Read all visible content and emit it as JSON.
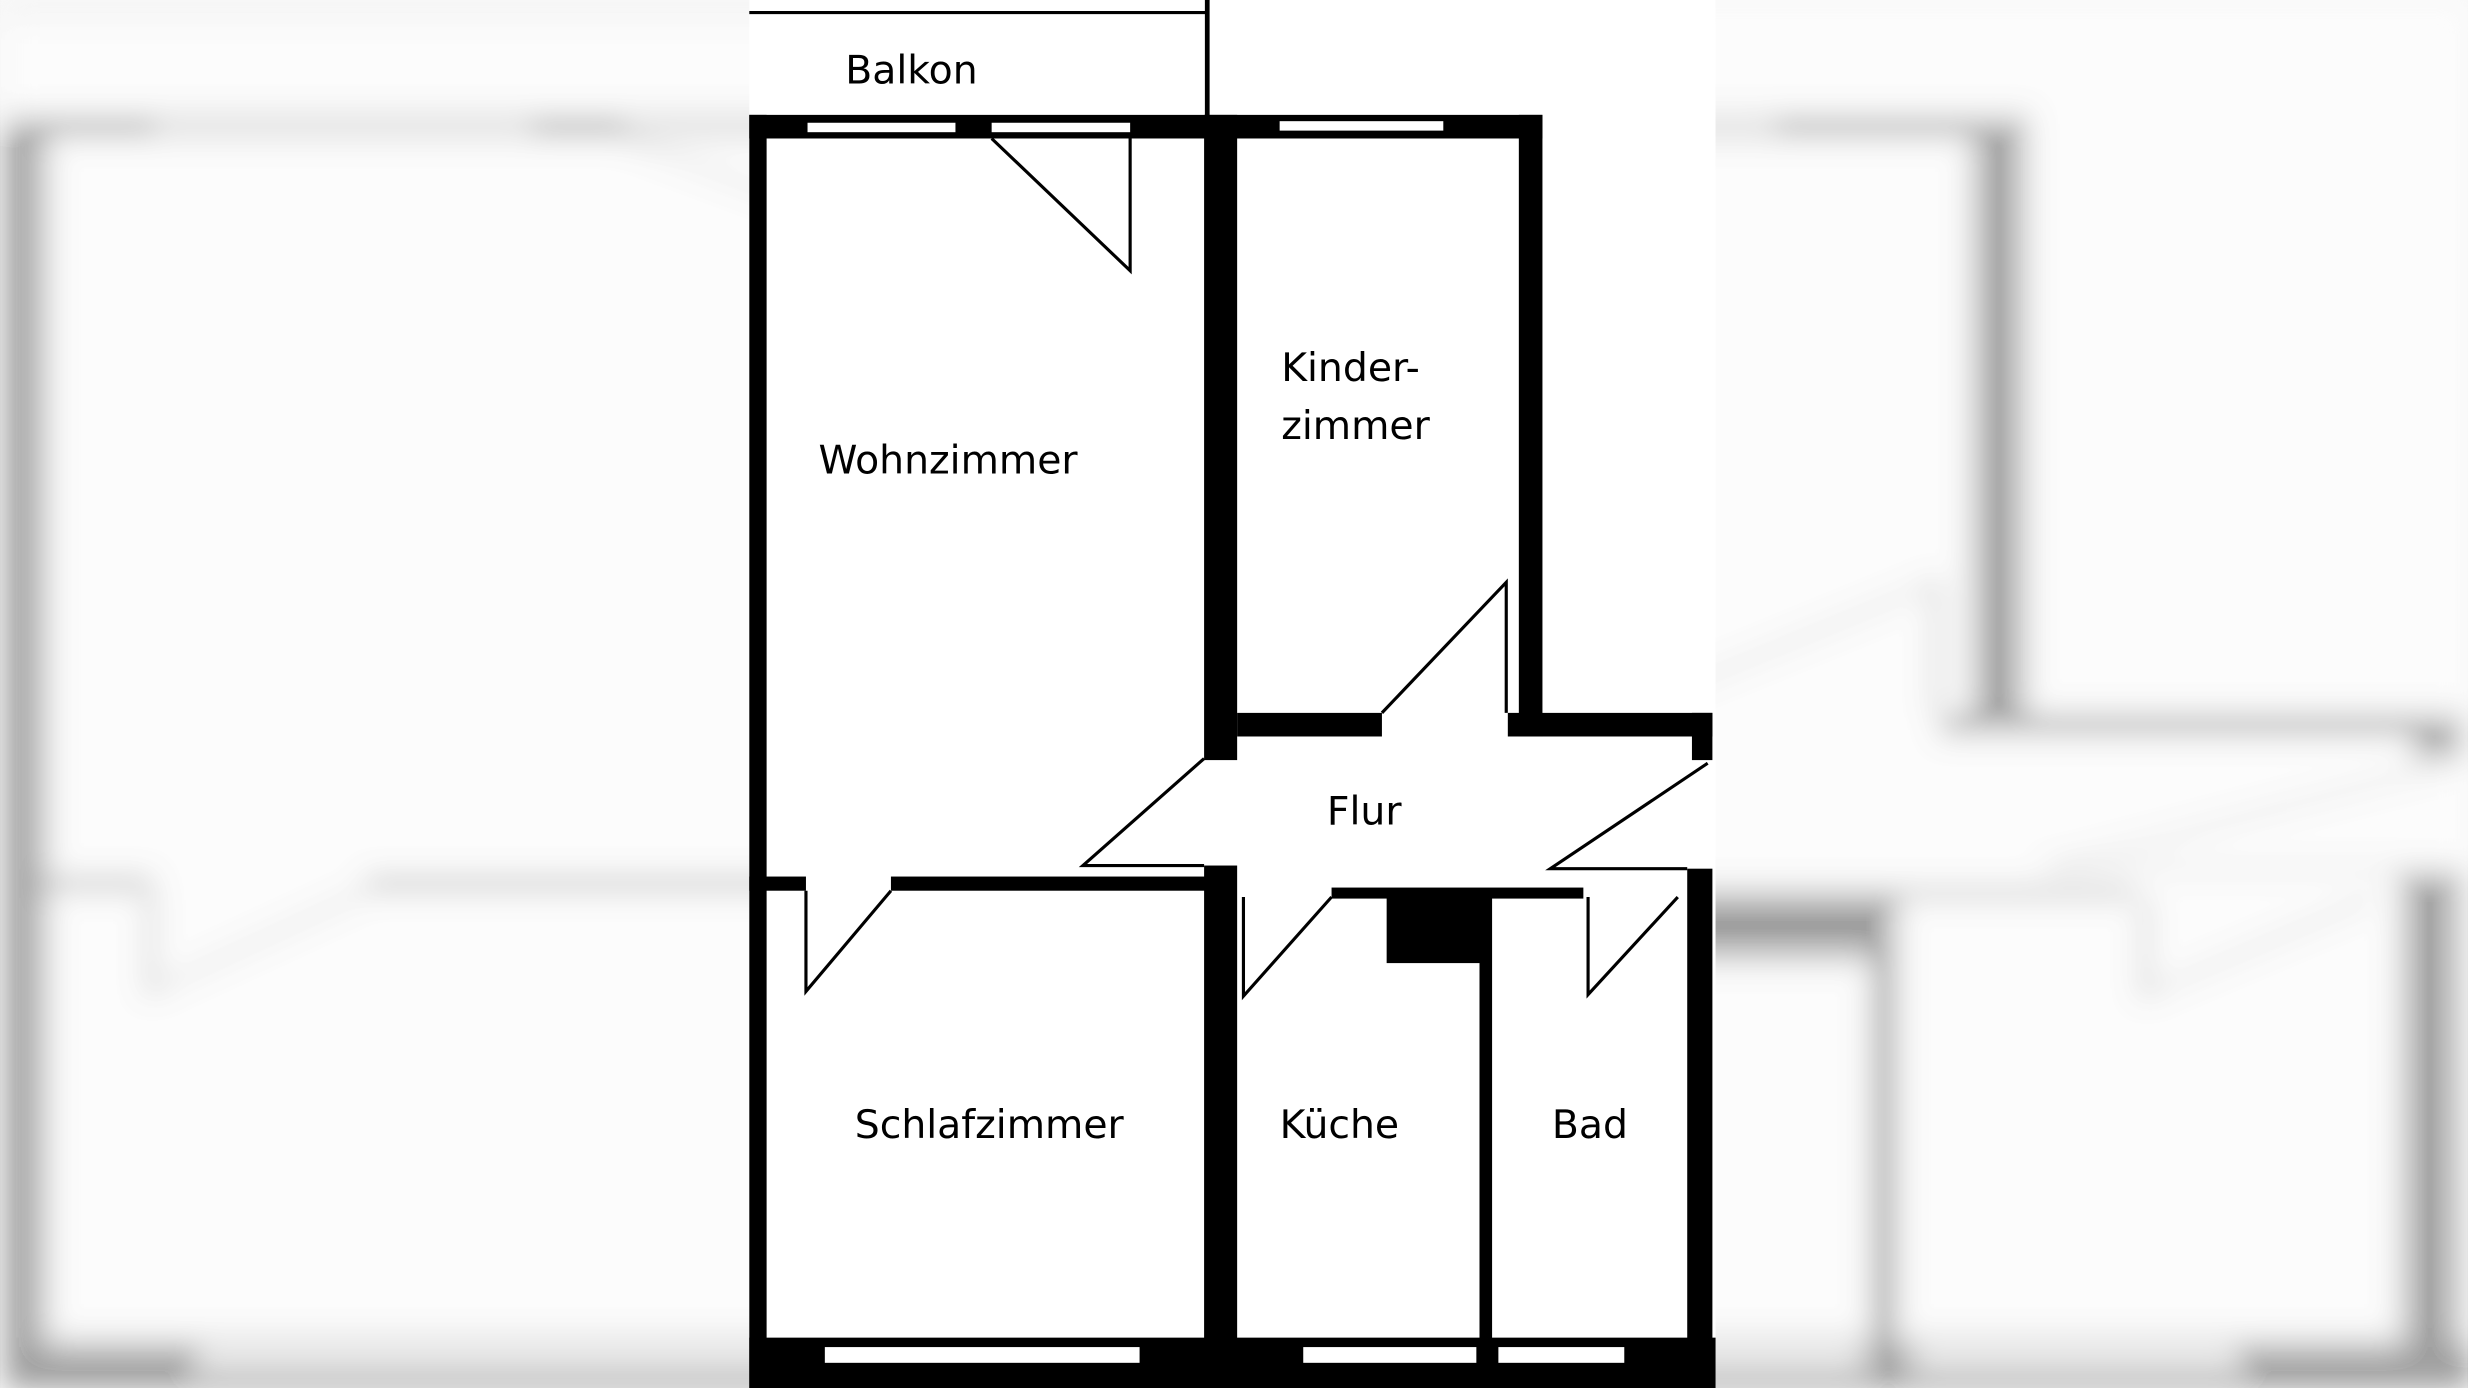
{
  "floorplan": {
    "rooms": {
      "balkon": "Balkon",
      "wohnzimmer": "Wohnzimmer",
      "kinderzimmer_line1": "Kinder-",
      "kinderzimmer_line2": "zimmer",
      "flur": "Flur",
      "schlafzimmer": "Schlafzimmer",
      "kueche": "Küche",
      "bad": "Bad"
    },
    "wall_color": "#000000",
    "background_color": "#ffffff"
  }
}
